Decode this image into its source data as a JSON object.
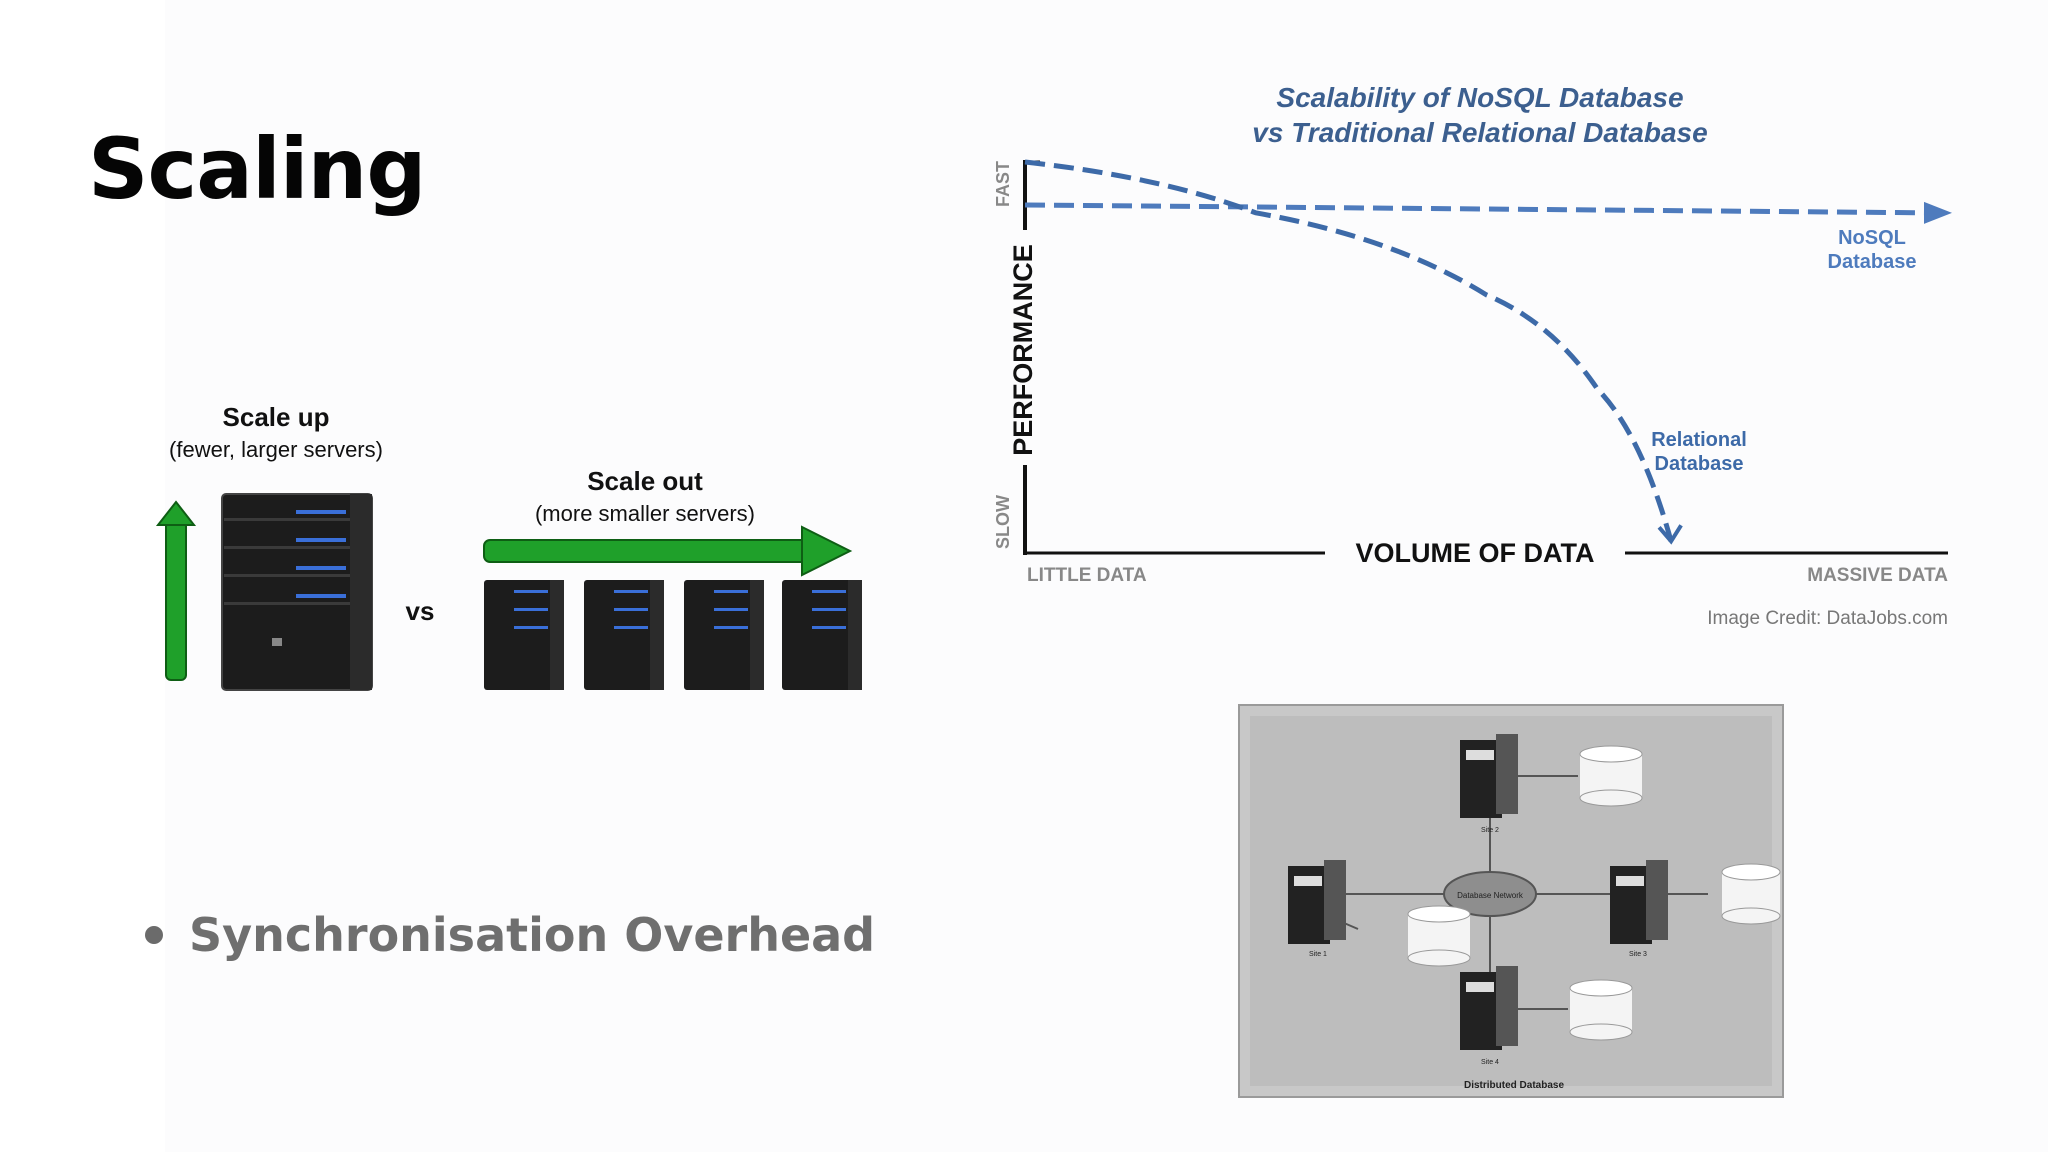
{
  "slide": {
    "title": "Scaling",
    "bullets": [
      "Synchronisation Overhead"
    ]
  },
  "scale_figure": {
    "scale_up_title": "Scale up",
    "scale_up_subtitle": "(fewer, larger servers)",
    "vs": "vs",
    "scale_out_title": "Scale out",
    "scale_out_subtitle": "(more smaller servers)",
    "arrow_color": "#1fa02a",
    "server_led_color": "#3a6fd8"
  },
  "chart_data": {
    "type": "line",
    "title": "Scalability of NoSQL Database",
    "subtitle": "vs Traditional Relational Database",
    "xlabel": "VOLUME OF DATA",
    "ylabel": "PERFORMANCE",
    "x_tick_labels": [
      "LITTLE DATA",
      "MASSIVE DATA"
    ],
    "y_tick_labels": [
      "SLOW",
      "FAST"
    ],
    "credit": "Image Credit: DataJobs.com",
    "series": [
      {
        "name": "NoSQL Database",
        "name_lines": [
          "NoSQL",
          "Database"
        ],
        "color": "#4e7bbd",
        "x": [
          0,
          1
        ],
        "y": [
          0.89,
          0.87
        ]
      },
      {
        "name": "Relational Database",
        "name_lines": [
          "Relational",
          "Database"
        ],
        "color": "#3d6aa8",
        "x": [
          0,
          0.25,
          0.5,
          0.62,
          0.7
        ],
        "y": [
          1.0,
          0.87,
          0.66,
          0.42,
          0.03
        ]
      }
    ],
    "grid": false
  },
  "distributed_figure": {
    "center_label": "Database Network",
    "caption": "Distributed Database",
    "site_labels": [
      "Site 1",
      "Site 2",
      "Site 3",
      "Site 4"
    ],
    "background": "#c8c8c8"
  }
}
